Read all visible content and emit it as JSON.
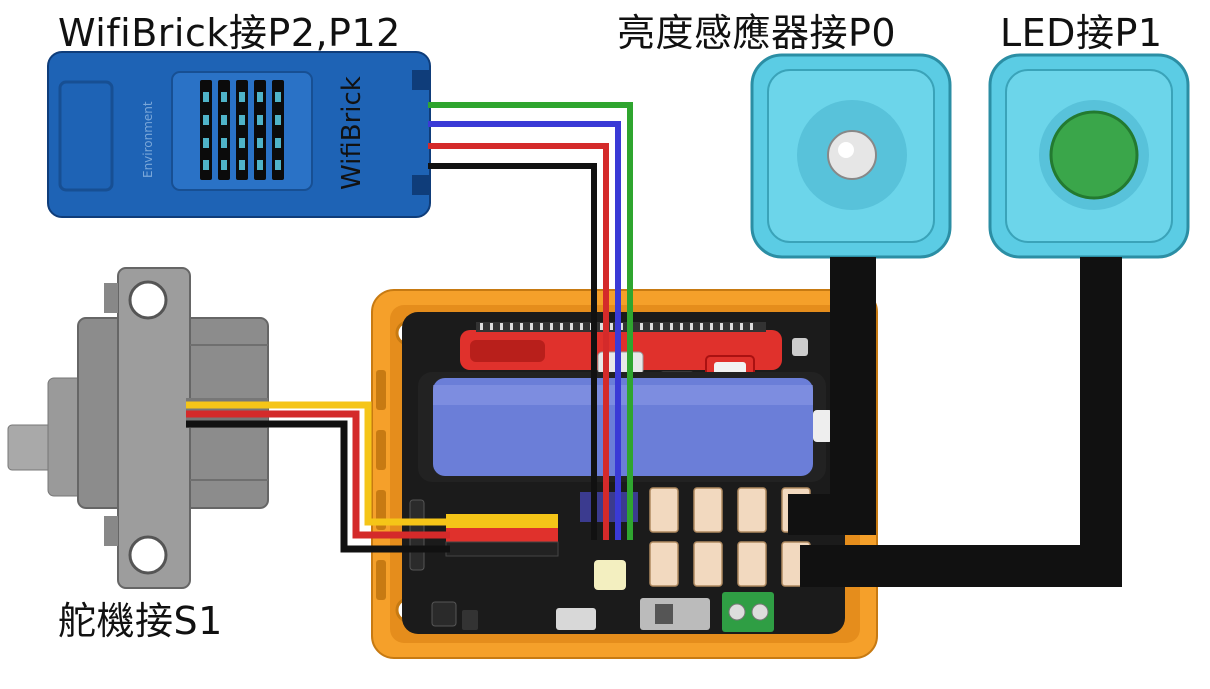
{
  "labels": {
    "wifibrick": "WifiBrick接P2,P12",
    "light_sensor": "亮度感應器接P0",
    "led": "LED接P1",
    "servo": "舵機接S1"
  },
  "module_text": {
    "wifibrick_name": "WifiBrick",
    "environment": "Environment"
  },
  "colors": {
    "wifibrick_blue": "#1e63b5",
    "sensor_cyan": "#5bcce4",
    "board_orange": "#f5a02a",
    "board_black": "#1b1b1b",
    "battery_blue": "#6b7ed8",
    "red_header": "#e0312c",
    "led_green": "#3aa64a",
    "wire_green": "#2fa52f",
    "wire_blue": "#3a3ad6",
    "wire_red": "#d42a2a",
    "wire_black": "#111111",
    "wire_yellow": "#f5c518",
    "servo_gray": "#8c8c8c"
  }
}
